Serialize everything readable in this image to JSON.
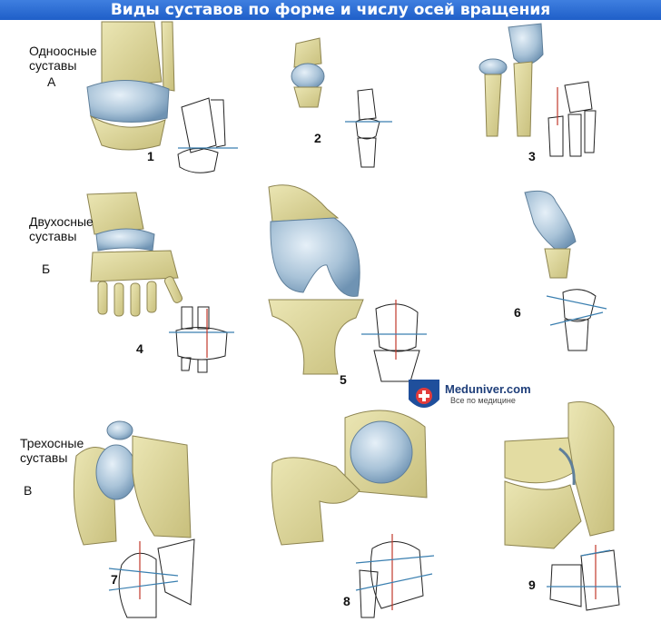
{
  "title": "Виды суставов по форме и числу осей вращения",
  "groups": {
    "a": {
      "label_line1": "Одноосные",
      "label_line2": "суставы",
      "letter": "А"
    },
    "b": {
      "label_line1": "Двухосные",
      "label_line2": "суставы",
      "letter": "Б"
    },
    "c": {
      "label_line1": "Трехосные",
      "label_line2": "суставы",
      "letter": "В"
    }
  },
  "figures": [
    "1",
    "2",
    "3",
    "4",
    "5",
    "6",
    "7",
    "8",
    "9"
  ],
  "watermark": {
    "site": "Meduniver.com",
    "tagline": "Все по медицине"
  },
  "colors": {
    "title_bar": "#2f6fd8",
    "bone": "#d9d39a",
    "cartilage": "#a9c3d8",
    "axis_blue": "#3a7fb0",
    "axis_red": "#c0392b"
  }
}
